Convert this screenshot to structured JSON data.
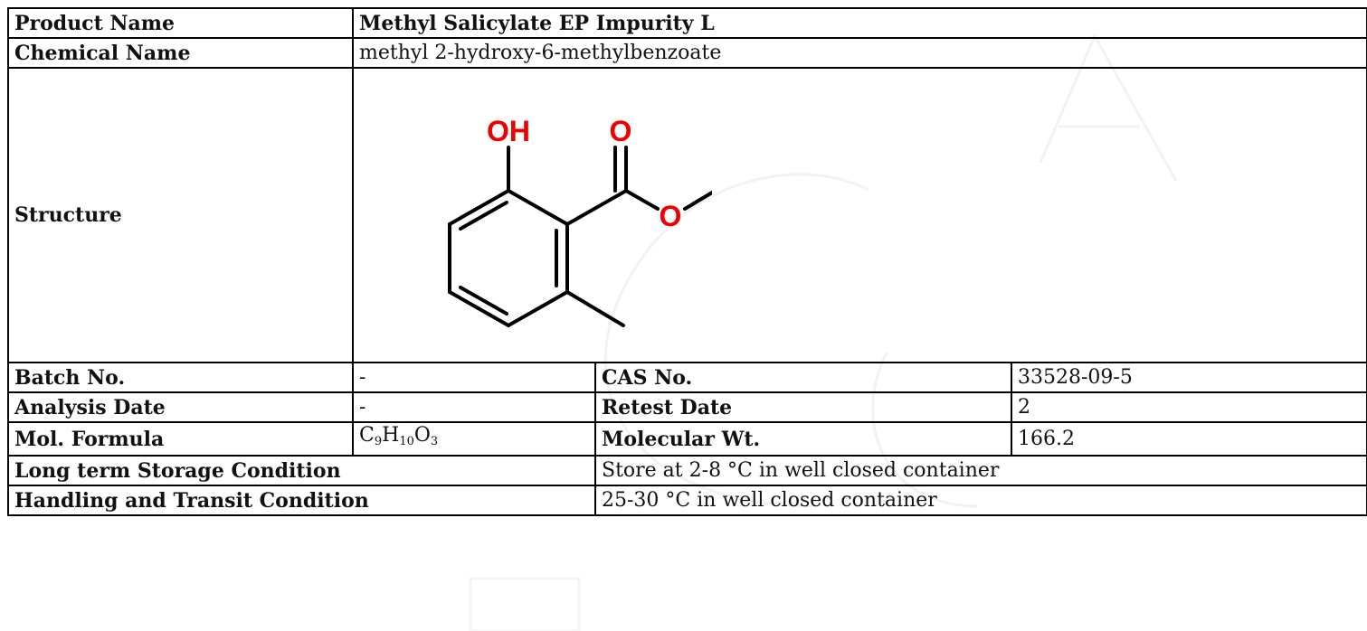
{
  "product_name": {
    "label": "Product Name",
    "value": "Methyl Salicylate EP Impurity L"
  },
  "chemical_name": {
    "label": "Chemical Name",
    "value": "methyl 2-hydroxy-6-methylbenzoate"
  },
  "structure": {
    "label": "Structure",
    "atoms": {
      "oh": "OH",
      "o_carbonyl": "O",
      "o_ester": "O"
    },
    "atom_color": "#ee0000"
  },
  "batch_no": {
    "label": "Batch No.",
    "value": "-"
  },
  "cas_no": {
    "label": "CAS No.",
    "value": "33528-09-5"
  },
  "analysis_date": {
    "label": "Analysis Date",
    "value": "-"
  },
  "retest_date": {
    "label": "Retest Date",
    "value": "2"
  },
  "mol_formula": {
    "label": "Mol. Formula",
    "c": "C",
    "c_n": "9",
    "h": "H",
    "h_n": "10",
    "o": "O",
    "o_n": "3"
  },
  "molecular_wt": {
    "label": "Molecular Wt.",
    "value": "166.2"
  },
  "storage": {
    "label": "Long term Storage Condition",
    "value": "Store at 2-8 °C in well closed container"
  },
  "handling": {
    "label": "Handling and Transit Condition",
    "value": "25-30 °C in well closed container"
  }
}
